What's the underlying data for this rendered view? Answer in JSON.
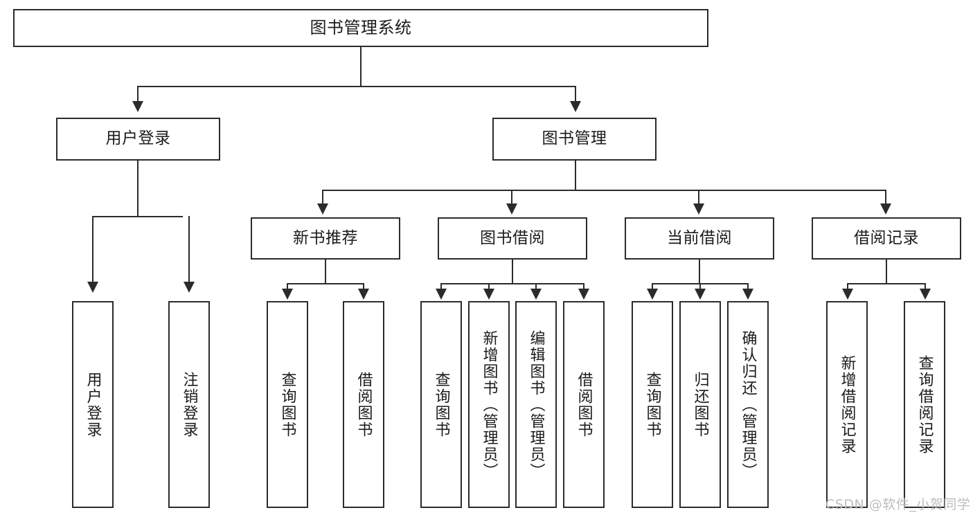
{
  "diagram": {
    "title": "图书管理系统",
    "type": "tree-hierarchy-chart",
    "root": {
      "label": "图书管理系统"
    },
    "level1": [
      {
        "label": "用户登录"
      },
      {
        "label": "图书管理"
      }
    ],
    "level2": [
      {
        "label": "新书推荐"
      },
      {
        "label": "图书借阅"
      },
      {
        "label": "当前借阅"
      },
      {
        "label": "借阅记录"
      }
    ],
    "leaves": {
      "user_login": [
        {
          "label": "用户登录"
        },
        {
          "label": "注销登录"
        }
      ],
      "new_book_recommend": [
        {
          "label": "查询图书"
        },
        {
          "label": "借阅图书"
        }
      ],
      "book_borrow": [
        {
          "label": "查询图书"
        },
        {
          "label": "新增图书（管理员）"
        },
        {
          "label": "编辑图书（管理员）"
        },
        {
          "label": "借阅图书"
        }
      ],
      "current_borrow": [
        {
          "label": "查询图书"
        },
        {
          "label": "归还图书"
        },
        {
          "label": "确认归还（管理员）"
        }
      ],
      "borrow_record": [
        {
          "label": "新增借阅记录"
        },
        {
          "label": "查询借阅记录"
        }
      ]
    }
  },
  "watermark": {
    "text": "CSDN @软件_小贺同学"
  },
  "colors": {
    "stroke": "#2b2b2b",
    "fill": "#ffffff",
    "text": "#1b1b1b",
    "watermark": "#bdbdbd"
  }
}
